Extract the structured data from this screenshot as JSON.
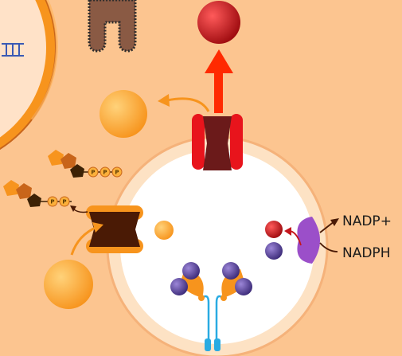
{
  "labels": {
    "oxidized": "NADP+",
    "reduced": "NADPH"
  },
  "phosphate_letter": "P",
  "colors": {
    "background": "#fcc590",
    "vacuole_outer": "#fde2c4",
    "vacuole_inner": "#ffffff",
    "transporter_red": "#e8141c",
    "transporter_core": "#6b1a1a",
    "transporter_orange": "#f7941d",
    "transporter_dark": "#4a1a05",
    "enzyme_purple": "#9b4fc9",
    "sphere_red": "#c4161c",
    "sphere_orange": "#fbb03b",
    "sphere_purple": "#5a3f99",
    "receptor_blue": "#29abe2",
    "nucleus_membrane": "#f7941d",
    "nucleus_interior": "#ffe2c8",
    "arrow_red": "#ff2a00"
  },
  "icons": [
    "dna-icon",
    "protein-complex-icon",
    "phosphate-chain-icon"
  ]
}
